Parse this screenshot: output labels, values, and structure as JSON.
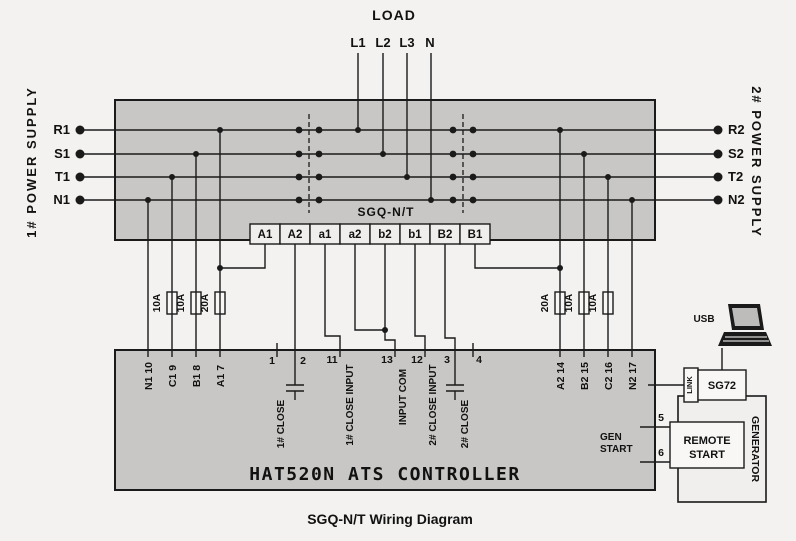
{
  "caption": "SGQ-N/T Wiring Diagram",
  "colors": {
    "background": "#f3f2f0",
    "box_fill": "#c8c7c5",
    "line": "#1a1a1a"
  },
  "load": {
    "title": "LOAD",
    "lines": [
      "L1",
      "L2",
      "L3",
      "N"
    ]
  },
  "supply1": {
    "label": "1# POWER SUPPLY",
    "terminals": [
      "R1",
      "S1",
      "T1",
      "N1"
    ]
  },
  "supply2": {
    "label": "2# POWER SUPPLY",
    "terminals": [
      "R2",
      "S2",
      "T2",
      "N2"
    ]
  },
  "ats": {
    "model": "SGQ-N/T",
    "strip": [
      "A1",
      "A2",
      "a1",
      "a2",
      "b2",
      "b1",
      "B2",
      "B1"
    ]
  },
  "fuses": {
    "left": [
      "10A",
      "10A",
      "20A"
    ],
    "right": [
      "20A",
      "10A",
      "10A"
    ]
  },
  "controller": {
    "title": "HAT520N ATS CONTROLLER",
    "left_terminals": [
      "N1 10",
      "C1 9",
      "B1 8",
      "A1 7"
    ],
    "right_terminals": [
      "A2 14",
      "B2 15",
      "C2 16",
      "N2 17"
    ],
    "terminal_numbers": {
      "t1": "1",
      "t2": "2",
      "t11": "11",
      "t13": "13",
      "t12": "12",
      "t3": "3",
      "t4": "4",
      "t5": "5",
      "t6": "6"
    },
    "functions": {
      "close1": "1# CLOSE",
      "input1": "1# CLOSE INPUT",
      "com": "INPUT COM",
      "input2": "2# CLOSE INPUT",
      "close2": "2# CLOSE"
    },
    "gen_start": [
      "GEN",
      "START"
    ]
  },
  "accessories": {
    "usb": "USB",
    "link": "LINK",
    "sg72": "SG72",
    "remote_start": [
      "REMOTE",
      "START"
    ],
    "generator": "GENERATOR"
  }
}
